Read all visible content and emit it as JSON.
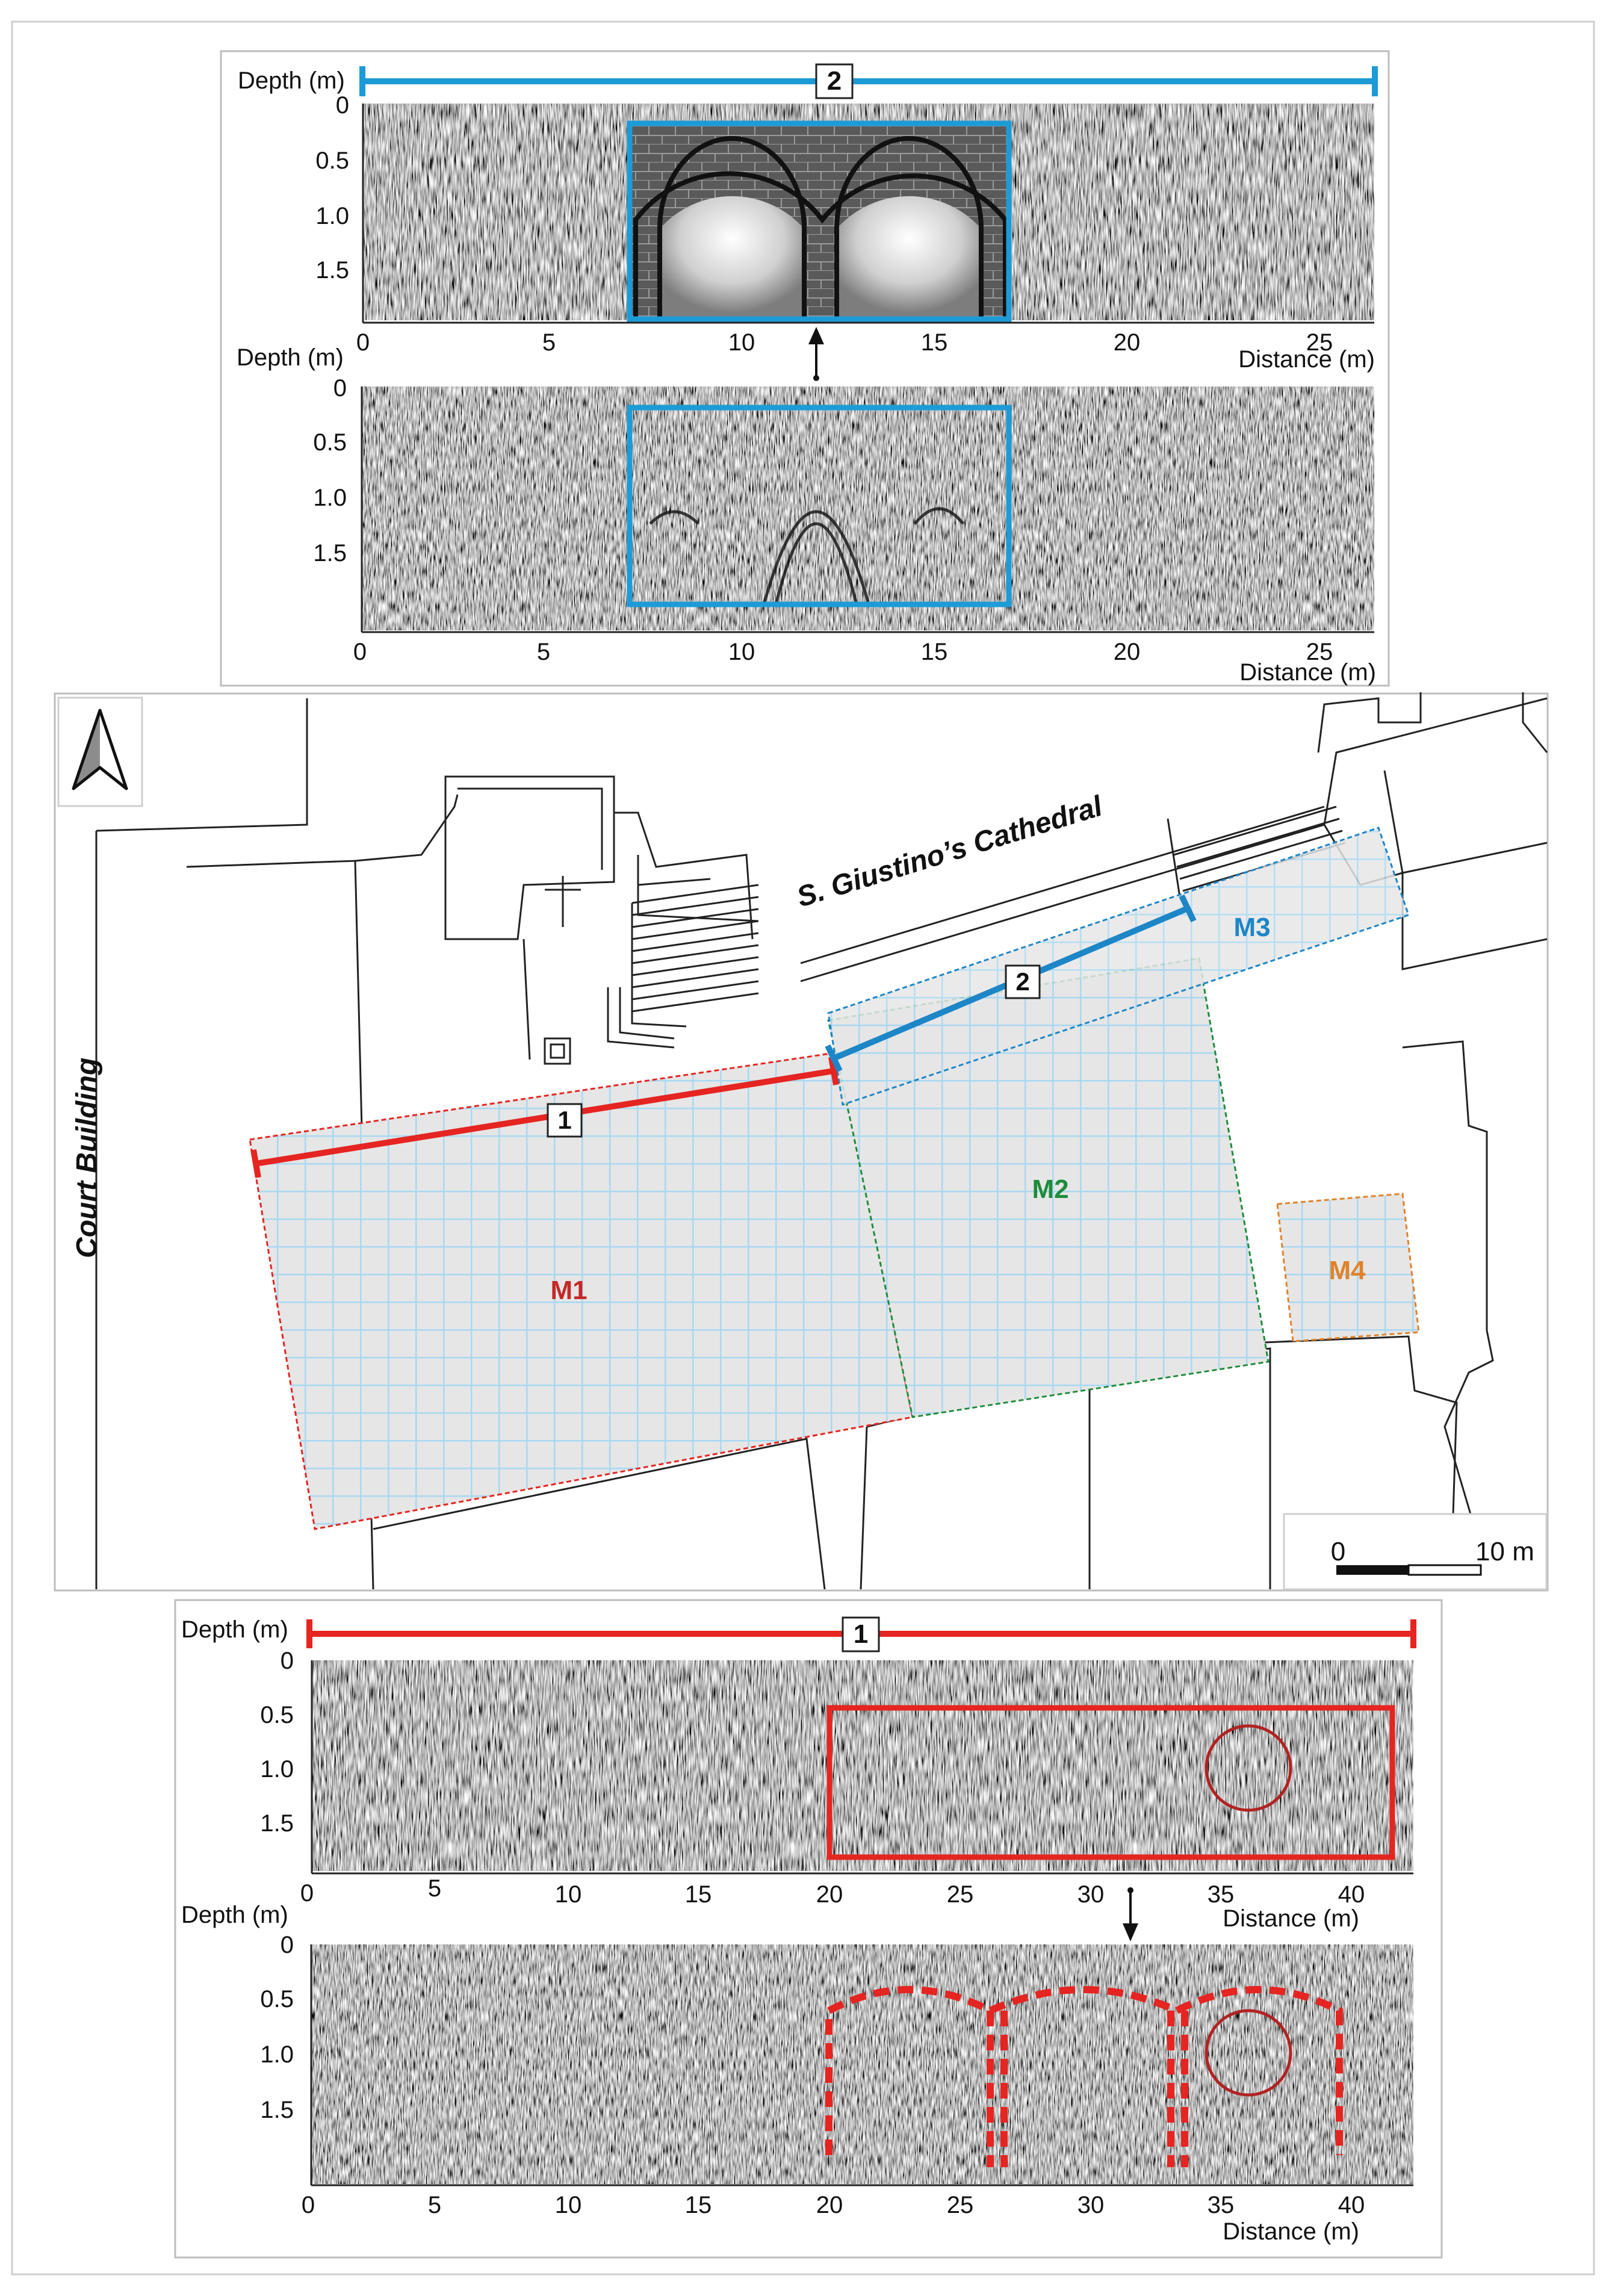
{
  "profiles": {
    "p2_interpreted": {
      "depth_label": "Depth (m)",
      "distance_label": "Distance (m)",
      "line_marker": "2",
      "depth_ticks": [
        "0",
        "0.5",
        "1.0",
        "1.5"
      ],
      "distance_ticks": [
        "0",
        "5",
        "10",
        "15",
        "20",
        "25"
      ],
      "box_color": "#1d9bd7",
      "overlay": "masonry-double-arch-icon"
    },
    "p2_raw": {
      "depth_label": "Depth (m)",
      "distance_label": "Distance (m)",
      "depth_ticks": [
        "0",
        "0.5",
        "1.0",
        "1.5"
      ],
      "distance_ticks": [
        "0",
        "5",
        "10",
        "15",
        "20",
        "25"
      ],
      "box_color": "#1d9bd7"
    },
    "p1_raw": {
      "depth_label": "Depth (m)",
      "distance_label": "Distance (m)",
      "line_marker": "1",
      "depth_ticks": [
        "0",
        "0.5",
        "1.0",
        "1.5"
      ],
      "distance_ticks": [
        "0",
        "5",
        "10",
        "15",
        "20",
        "25",
        "30",
        "35",
        "40"
      ],
      "box_color": "#e52521"
    },
    "p1_interpreted": {
      "depth_label": "Depth (m)",
      "distance_label": "Distance (m)",
      "depth_ticks": [
        "0",
        "0.5",
        "1.0",
        "1.5"
      ],
      "distance_ticks": [
        "0",
        "5",
        "10",
        "15",
        "20",
        "25",
        "30",
        "35",
        "40"
      ],
      "overlay": "dashed-arches-icon",
      "overlay_color": "#e52521"
    }
  },
  "map": {
    "north_icon": "north-arrow-icon",
    "cathedral_label": "S. Giustino’s Cathedral",
    "court_label": "Court Building",
    "areas": [
      {
        "label": "M1",
        "color": "#c62828"
      },
      {
        "label": "M2",
        "color": "#1e8c3a"
      },
      {
        "label": "M3",
        "color": "#1d86c7"
      },
      {
        "label": "M4",
        "color": "#e0822a"
      }
    ],
    "lines": [
      {
        "label": "1",
        "color": "#e52521"
      },
      {
        "label": "2",
        "color": "#1d86c7"
      }
    ],
    "scale": {
      "start": "0",
      "end": "10 m"
    },
    "grid_color": "#a8d8f2",
    "fill_color": "#e6e6e6"
  }
}
